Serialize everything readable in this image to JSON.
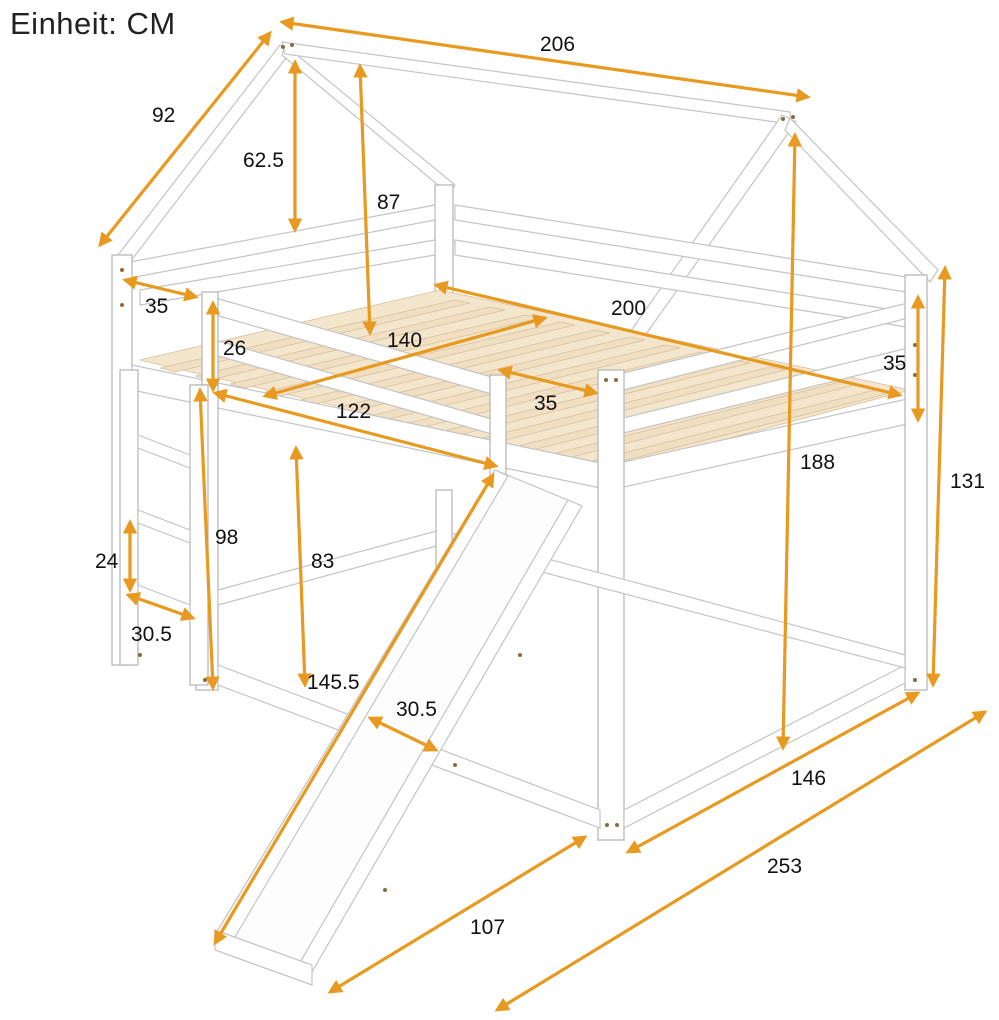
{
  "unit_label": "Einheit: CM",
  "colors": {
    "dimension_arrow": "#e79a1f",
    "frame": "#ffffff",
    "slats": "#f1dfc3",
    "outline": "#bdbdbd"
  },
  "dimensions": {
    "roof_length": "206",
    "roof_depth": "92",
    "roof_height": "62.5",
    "top_rail_height": "87",
    "guard_gap_left": "35",
    "guard_height": "26",
    "mattress_width": "140",
    "mattress_length": "200",
    "opening_width": "35",
    "guard_height_right": "35",
    "front_rail_length": "122",
    "total_height_front": "188",
    "overall_height": "131",
    "ladder_height": "98",
    "step_spacing": "24",
    "ladder_width": "30.5",
    "under_clearance": "83",
    "slide_total_height": "145.5",
    "slide_width": "30.5",
    "bed_width": "146",
    "total_length": "253",
    "slide_length": "107"
  }
}
